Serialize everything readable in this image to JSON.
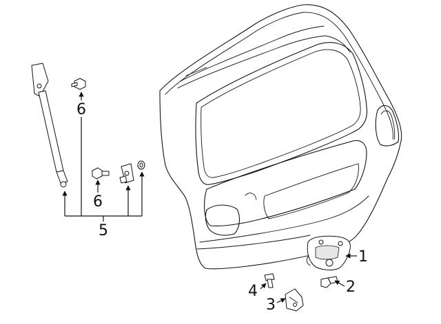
{
  "callouts": {
    "c1": "1",
    "c2": "2",
    "c3": "3",
    "c4": "4",
    "c5": "5",
    "c6_top": "6",
    "c6_bottom": "6"
  },
  "colors": {
    "line": "#111111",
    "background": "#ffffff"
  }
}
